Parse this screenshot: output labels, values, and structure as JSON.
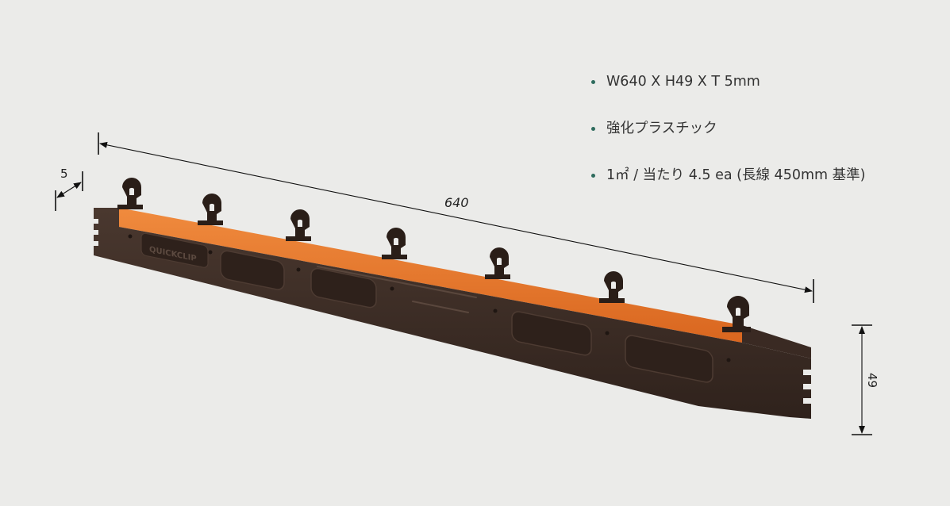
{
  "specs": [
    {
      "text": "W640 X H49 X T 5mm",
      "bullet_color": "#2e6b5d"
    },
    {
      "text": "強化プラスチック",
      "bullet_color": "#2e6b5d"
    },
    {
      "text": "1㎡ / 当たり 4.5 ea (長線 450mm 基準)",
      "bullet_color": "#2e6b5d"
    }
  ],
  "dimensions": {
    "length": "640",
    "thickness": "5",
    "height": "49"
  },
  "product": {
    "brand_mark": "QUICKCLIP",
    "body_color": "#3b2b24",
    "strip_color": "#e5722d",
    "clip_count": 7
  }
}
